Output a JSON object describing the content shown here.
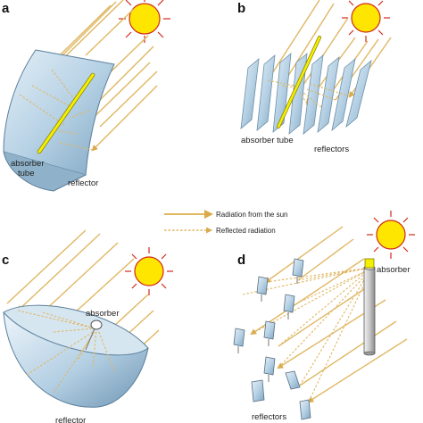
{
  "panels": {
    "a": {
      "letter": "a",
      "absorber_label_1": "absorber",
      "absorber_label_2": "tube",
      "reflector_label": "reflector"
    },
    "b": {
      "letter": "b",
      "absorber_label": "absorber tube",
      "reflectors_label": "reflectors"
    },
    "c": {
      "letter": "c",
      "absorber_label": "absorber",
      "reflector_label": "reflector"
    },
    "d": {
      "letter": "d",
      "absorber_label": "absorber",
      "reflectors_label": "reflectors"
    }
  },
  "legend": {
    "direct": "Radiation from the sun",
    "reflected": "Reflected radiation"
  },
  "colors": {
    "ray": "#e0b763",
    "sun": "#ffe600",
    "sun_outline": "#d02a1a",
    "mirror": "#b9d4e6",
    "absorber": "#f2f000"
  }
}
